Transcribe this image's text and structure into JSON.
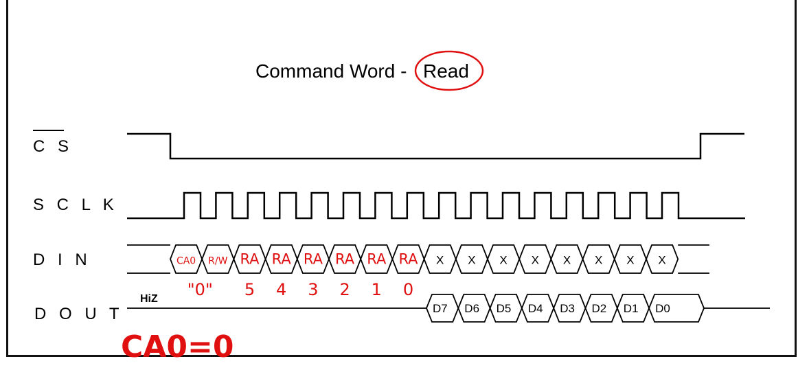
{
  "title": {
    "text": "Command Word - ",
    "highlight": "Read"
  },
  "signals": {
    "cs": "C S",
    "sclk": "S C L K",
    "din": "D I N",
    "dout": "D O U T"
  },
  "din_cells": [
    "CA0",
    "R/W",
    "RA",
    "RA",
    "RA",
    "RA",
    "RA",
    "RA",
    "X",
    "X",
    "X",
    "X",
    "X",
    "X",
    "X",
    "X"
  ],
  "din_subscripts": [
    "\"0\"",
    "5",
    "4",
    "3",
    "2",
    "1",
    "0"
  ],
  "dout_cells": [
    "D7",
    "D6",
    "D5",
    "D4",
    "D3",
    "D2",
    "D1",
    "D0"
  ],
  "hiz": "HiZ",
  "annotation": "CA0=0",
  "colors": {
    "ink": "#000000",
    "handwriting": "#e01010",
    "background": "#ffffff"
  }
}
